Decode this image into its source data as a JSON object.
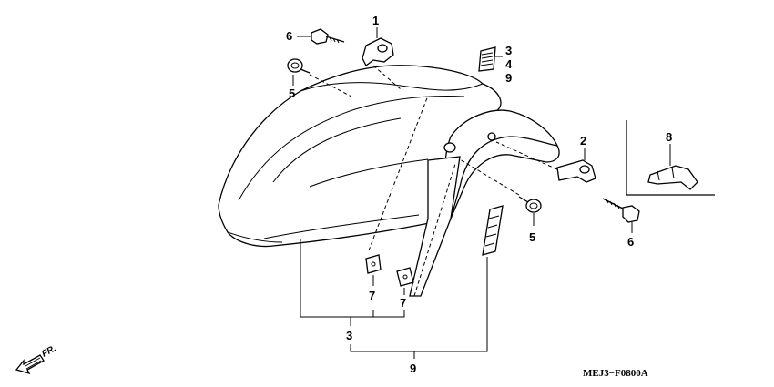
{
  "diagram": {
    "callouts": {
      "clip_top": "1",
      "bolt_top_left": "6",
      "grommet_left": "5",
      "label_stack": [
        "3",
        "4",
        "9"
      ],
      "clip_right": "2",
      "grommet_lower": "5",
      "bolt_lower_right": "6",
      "clip_inset": "8",
      "nut_left": "7",
      "nut_right": "7",
      "group_3": "3",
      "group_9": "9"
    },
    "direction_label": "FR.",
    "diagram_code": "MEJ3−F0800A"
  }
}
